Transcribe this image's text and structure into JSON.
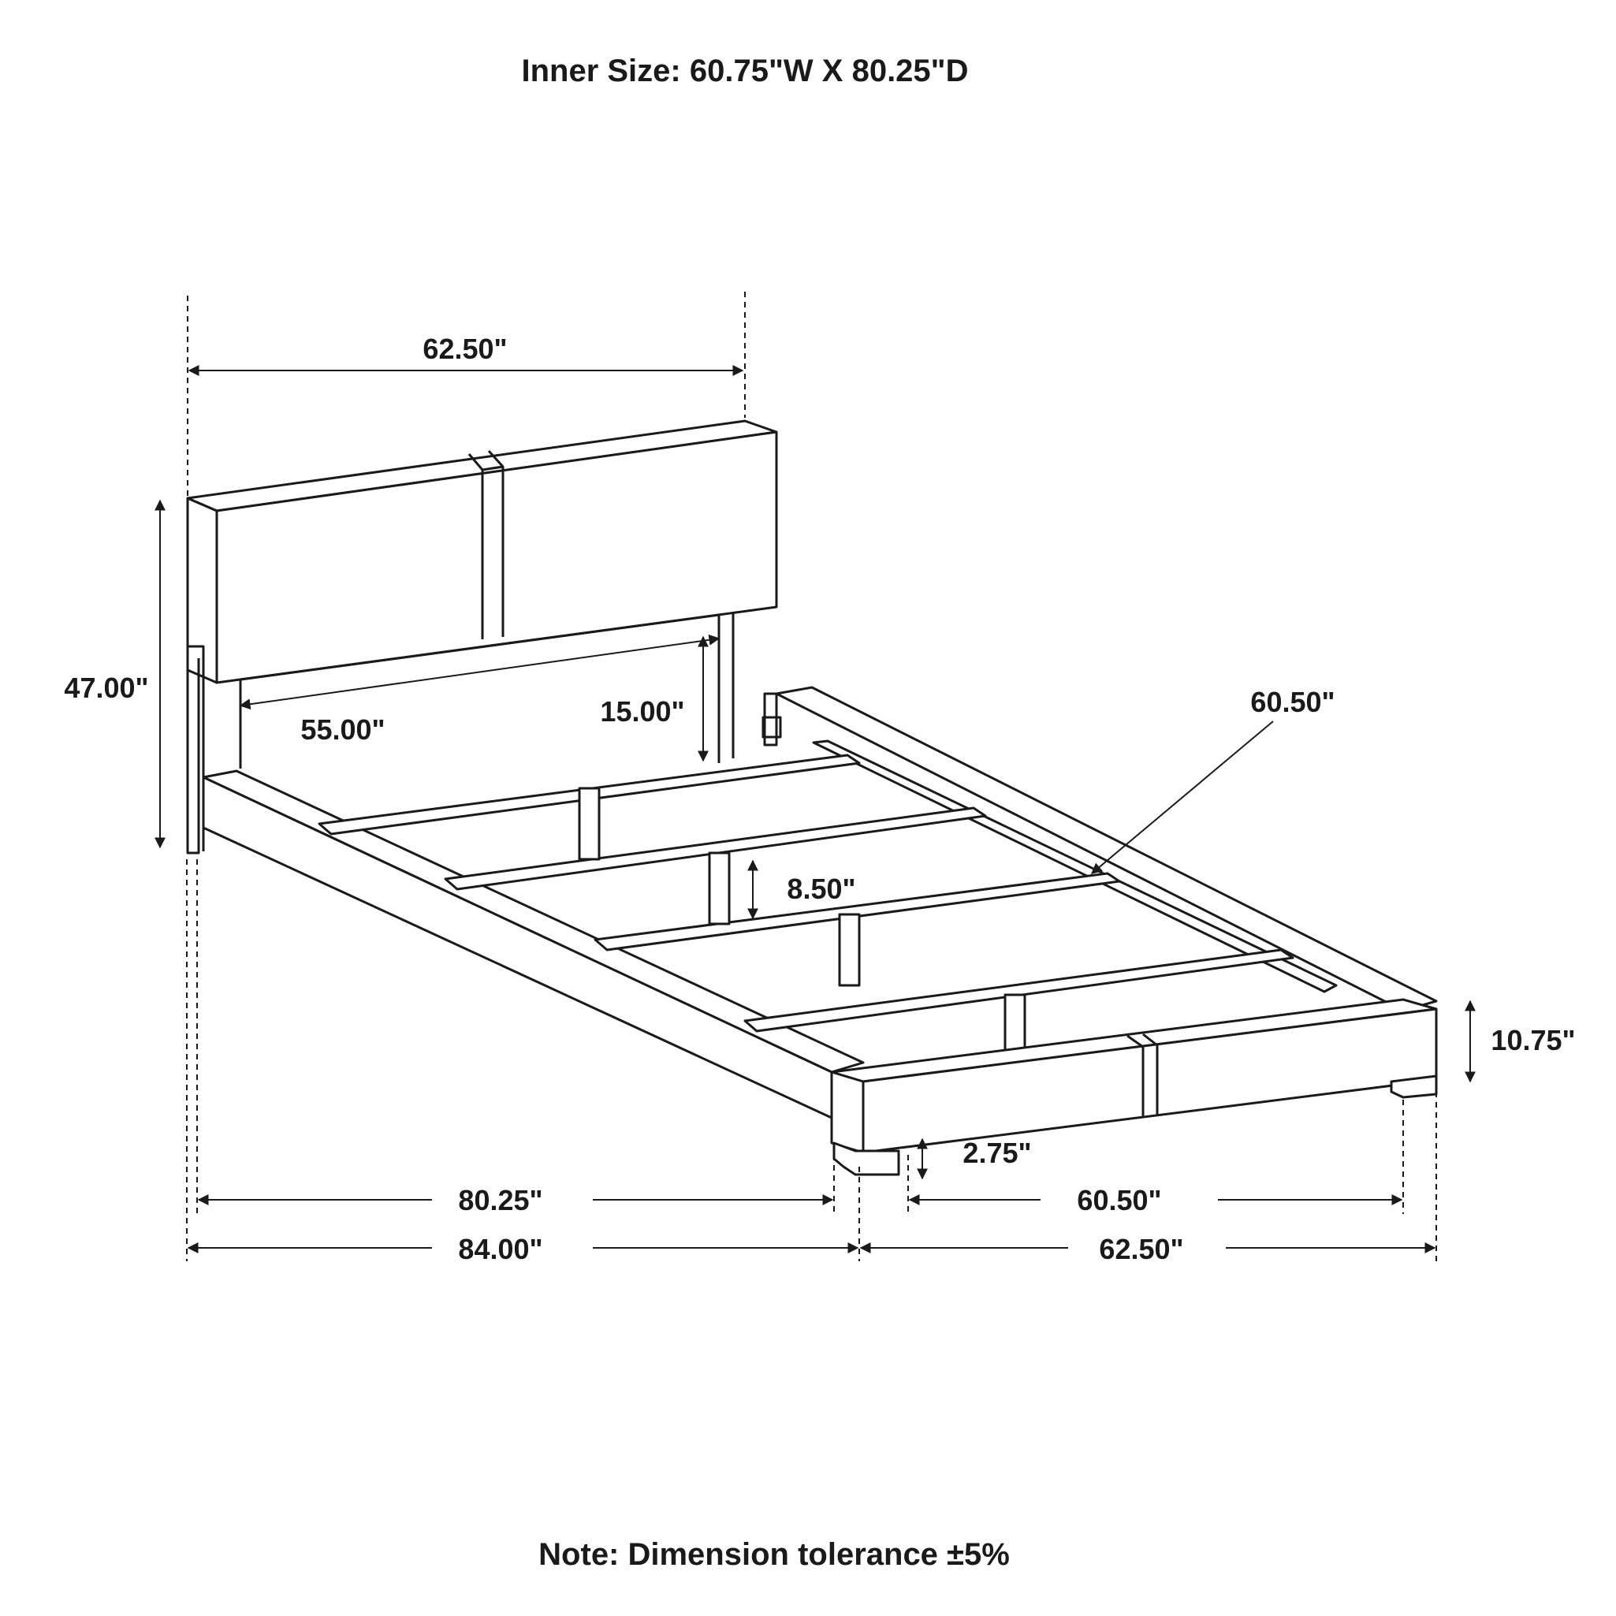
{
  "header": {
    "title": "Inner Size: 60.75\"W X 80.25\"D"
  },
  "footer": {
    "note": "Note: Dimension tolerance ±5%"
  },
  "dimensions": {
    "headboard_width": "62.50\"",
    "headboard_height": "47.00\"",
    "headboard_inner_width": "55.00\"",
    "headboard_clearance": "15.00\"",
    "inner_width_diagonal": "60.50\"",
    "leg_height": "8.50\"",
    "footboard_height": "10.75\"",
    "foot_clearance": "2.75\"",
    "inner_length": "80.25\"",
    "inner_width_bottom": "60.50\"",
    "overall_length": "84.00\"",
    "overall_width": "62.50\""
  }
}
